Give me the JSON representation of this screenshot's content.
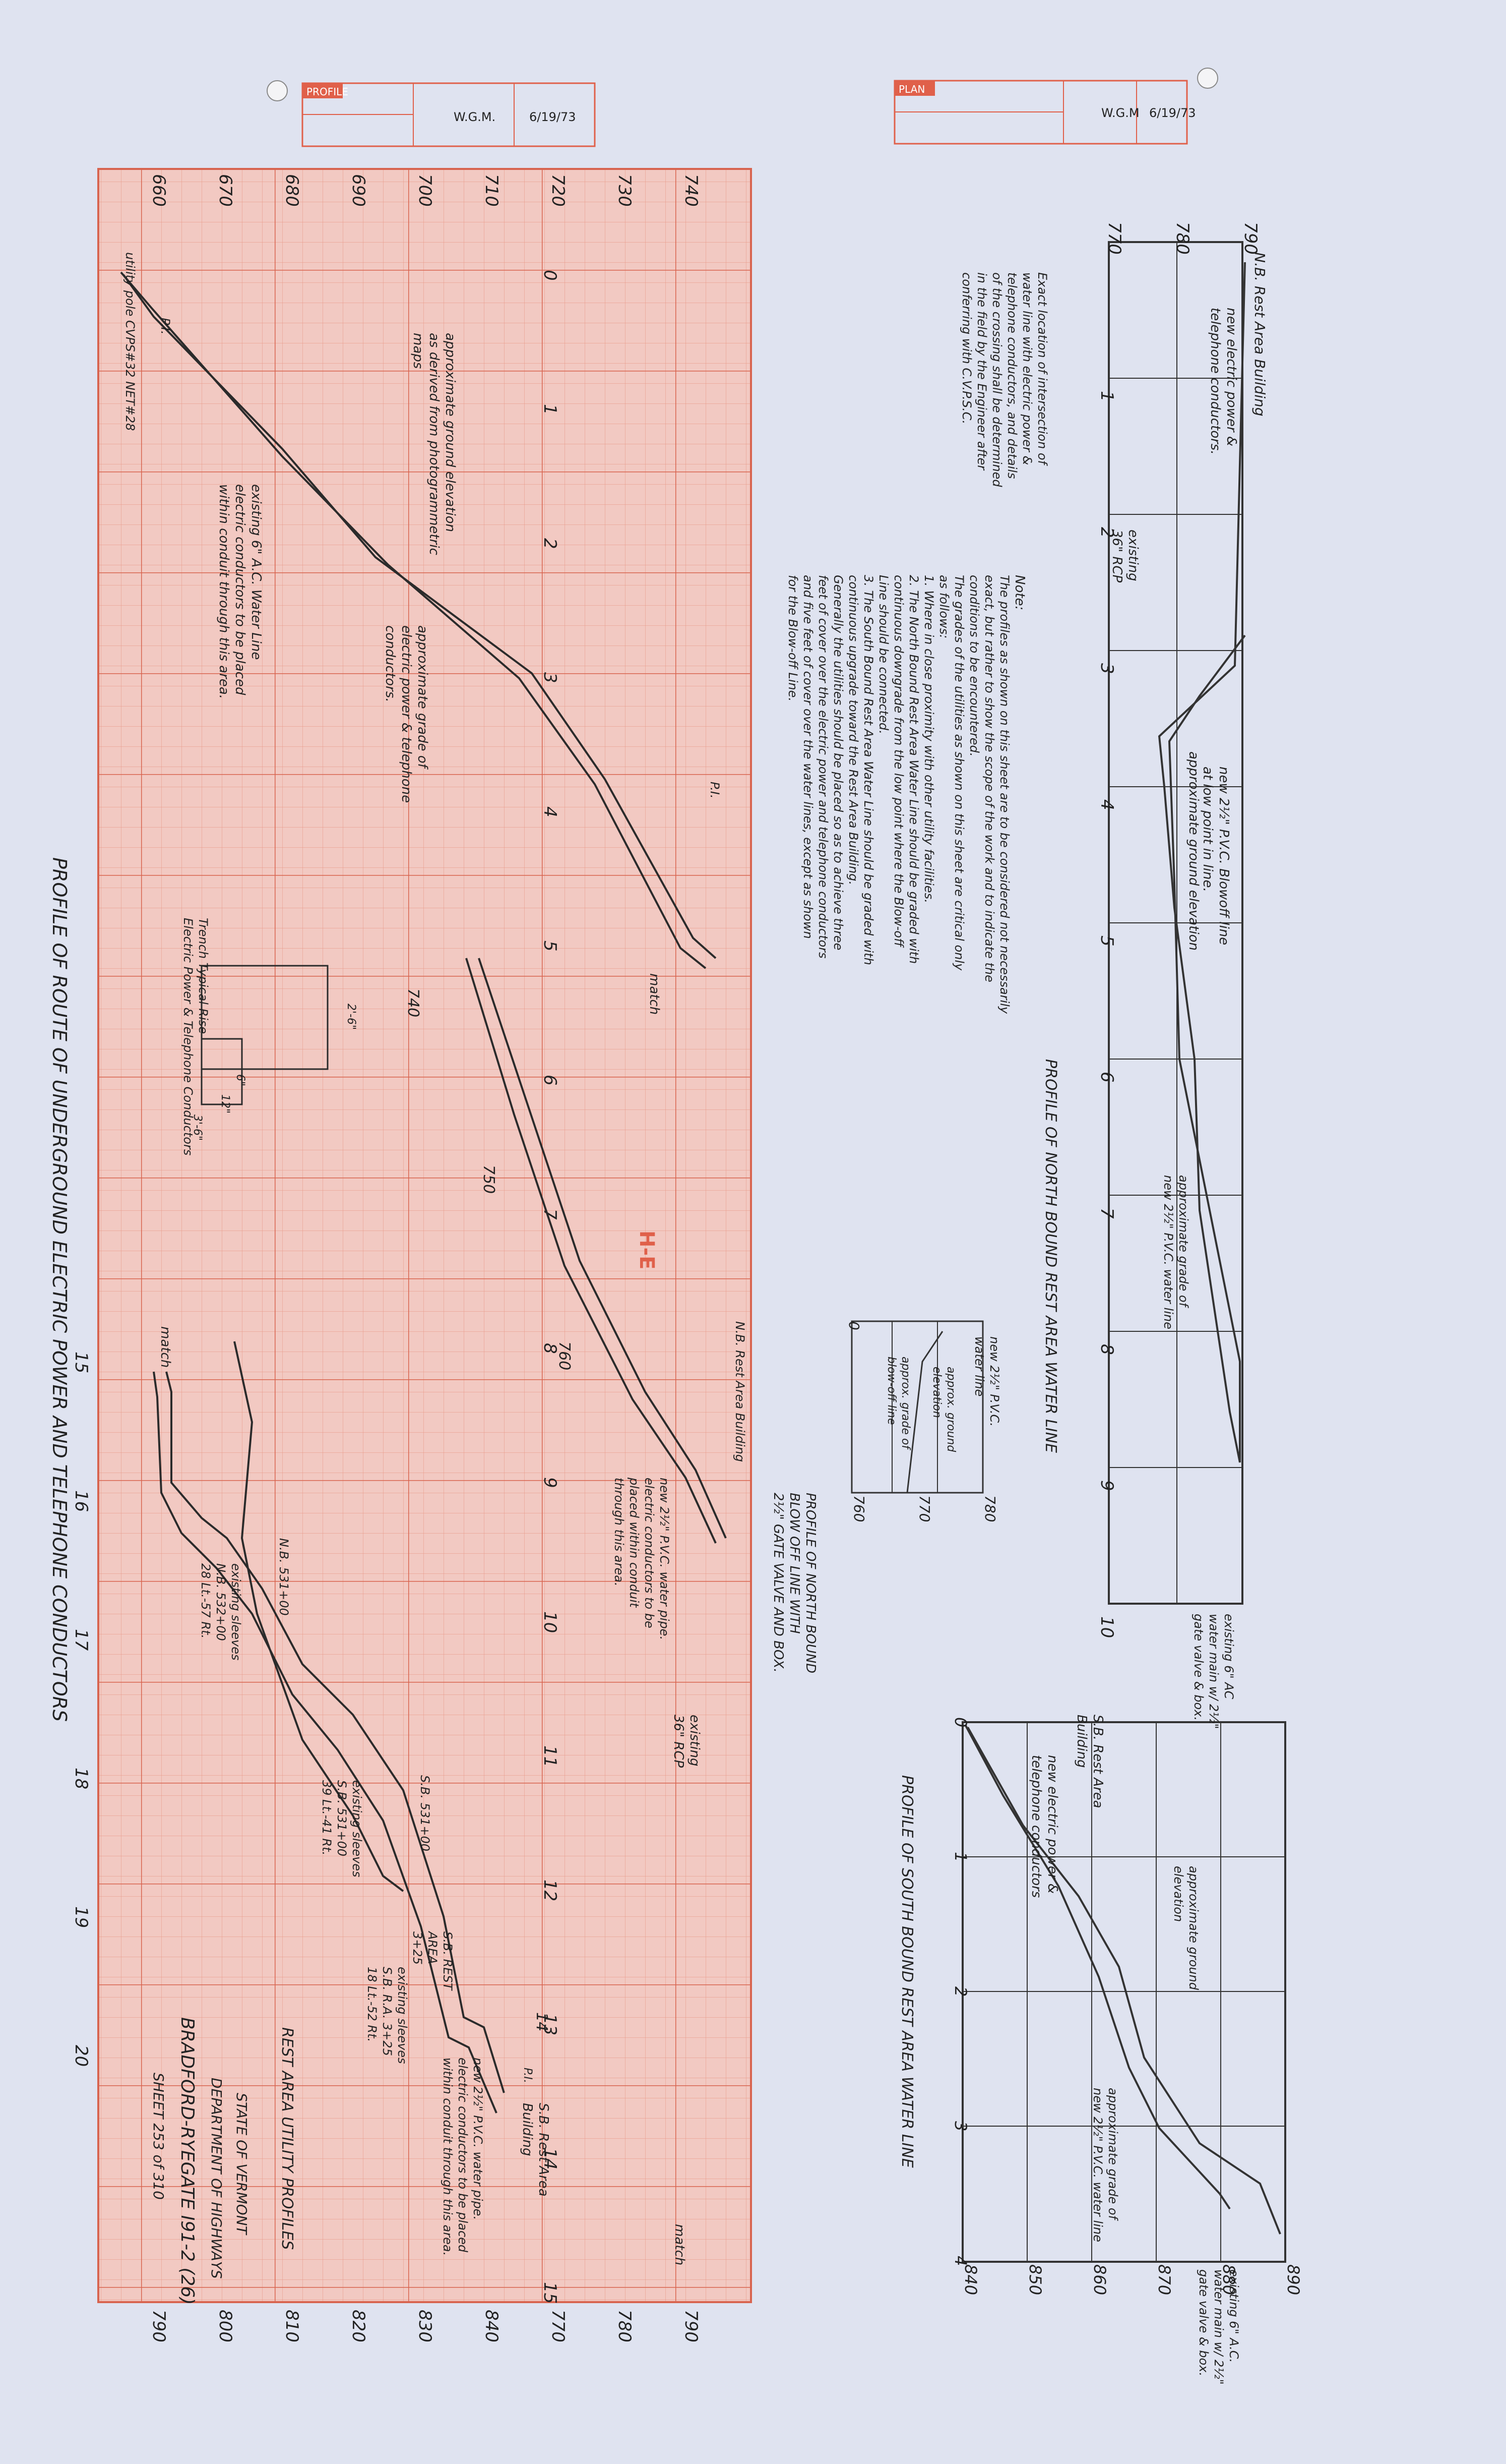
{
  "title_blocks": {
    "left": {
      "header": "PROFILE",
      "designer": "W.G.M.",
      "date": "6/19/73"
    },
    "right": {
      "header": "PLAN",
      "designer": "W.G.M",
      "date": "6/19/73"
    }
  },
  "nb_water_profile": {
    "title": "PROFILE OF NORTH BOUND REST AREA WATER LINE",
    "elev_ticks": [
      "790",
      "780",
      "770"
    ],
    "sta_ticks": [
      "1",
      "2",
      "3",
      "4",
      "5",
      "6",
      "7",
      "8",
      "9",
      "10"
    ],
    "labels": {
      "building": "N.B. Rest Area Building",
      "electric": "new electric power & telephone conductors.",
      "culvert": "existing 36\" RCP",
      "blowoff": "new 2½\" P.V.C. Blowoff line at low point in line.",
      "ground": "approximate ground elevation",
      "grade": "approximate grade of new 2½\" P.V.C. water line",
      "watermain": "existing 6\" AC water main w/ 2½\" gate valve & box."
    },
    "notes_title": "Note:",
    "notes": [
      "The profiles as shown on this sheet are to be considered not necessarily",
      "exact, but rather to show the scope of the work and to indicate the",
      "conditions to be encountered.",
      "The grades of the utilities as shown on this sheet are critical only",
      "as follows:",
      "1. Where in close proximity with other utility facilities.",
      "2. The North Bound Rest Area Water Line should be graded with",
      "   continuous downgrade from the low point where the Blow-off",
      "   Line should be connected.",
      "3. The South Bound Rest Area Water Line should be graded with",
      "   continuous upgrade toward the Rest Area Building.",
      "Generally the utilities should be placed so as to achieve three",
      "feet of cover over the electric power and telephone conductors",
      "and five feet of cover over the water lines, except as shown",
      "for the Blow-off Line."
    ]
  },
  "intersection_note": [
    "Exact location of intersection of",
    "water line with electric power &",
    "telephone conductors, and details",
    "of the crossing shall be determined",
    "in the field by the Engineer after",
    "conferring with C.V.P.S.C."
  ],
  "blowoff_profile": {
    "title": "PROFILE OF NORTH BOUND BLOW OFF LINE WITH 2½\" GATE VALVE AND BOX.",
    "elev_ticks": [
      "780",
      "770",
      "760"
    ],
    "sta_ticks": [
      "0"
    ],
    "labels": {
      "pipe": "new 2½\" P.V.C. water line",
      "ground": "approx. ground elevation",
      "grade": "approx. grade of blow-off line"
    }
  },
  "sb_water_profile": {
    "title": "PROFILE OF SOUTH BOUND REST AREA WATER LINE",
    "elev_ticks": [
      "890",
      "880",
      "870",
      "860",
      "850",
      "840"
    ],
    "sta_ticks": [
      "0",
      "1",
      "2",
      "3",
      "4"
    ],
    "labels": {
      "building": "S.B. Rest Area Building",
      "electric": "new electric power & telephone conductors",
      "ground": "approximate ground elevation",
      "grade": "approximate grade of new 2½\" P.V.C. water line",
      "watermain": "existing 6\" A.C. water main w/ 2½\" gate valve & box."
    }
  },
  "route_profile": {
    "title": "PROFILE OF ROUTE OF UNDERGROUND ELECTRIC POWER AND TELEPHONE CONDUCTORS",
    "elev_left": [
      "740",
      "730",
      "720",
      "710",
      "700",
      "690",
      "680",
      "670",
      "660"
    ],
    "elev_right": [
      "790",
      "780",
      "770",
      "840",
      "830",
      "820",
      "810",
      "800",
      "790"
    ],
    "sta_top": [
      "0",
      "1",
      "2",
      "3",
      "4",
      "5",
      "6",
      "7",
      "8",
      "9",
      "10",
      "11",
      "12",
      "13",
      "14",
      "15"
    ],
    "sta_bottom": [
      "15",
      "16",
      "17",
      "18",
      "19",
      "20"
    ],
    "inline_elevs": [
      "740",
      "750",
      "760"
    ],
    "labels": {
      "pole": "utility pole CVPS#32 NET#28",
      "pi": "P.I.",
      "ground": "approximate ground elevation as derived from photogrammetric maps",
      "grade": "approximate grade of electric power & telephone conductors",
      "waterline": "existing 6\" A.C. Water Line electric conductors to be placed within conduit through this area.",
      "match": "match",
      "nb_building": "N.B. Rest Area Building",
      "new_pipe_nb": "new 2½\" P.V.C. water pipe. electric conductors to be placed within conduit through this area.",
      "rcp": "existing 36\" RCP",
      "nb_station": "N.B. 531+00",
      "nb_sleeves": "existing sleeves N.B. 532+00 28 Lt.-57 Rt.",
      "sb_station": "S.B. 531+00",
      "sb_sleeves": "existing sleeves S.B. 531+00 39 Lt.-41 Rt.",
      "sb_rest_area": "S.B. REST AREA 3+25",
      "sb_sleeves2": "existing sleeves S.B. R.A. 3+25 18 Lt.-52 Rt.",
      "new_pipe_sb": "new 2½\" P.V.C. water pipe. electric conductors to be placed within conduit through this area.",
      "sb_building": "S.B. Rest Area Building"
    },
    "trench": {
      "title": "Trench Typical Rise",
      "subtitle": "Electric Power & Telephone Conductors",
      "dims": [
        "2'-6\"",
        "6\"",
        "12\"",
        "3'-6\""
      ]
    }
  },
  "sheet_title": {
    "line1": "REST AREA UTILITY PROFILES",
    "line2": "STATE OF VERMONT",
    "line3": "DEPARTMENT OF HIGHWAYS",
    "line4": "BRADFORD-RYEGATE I91-2 (26)",
    "line5": "SHEET 253 of 310"
  },
  "logo_text": "H-E"
}
